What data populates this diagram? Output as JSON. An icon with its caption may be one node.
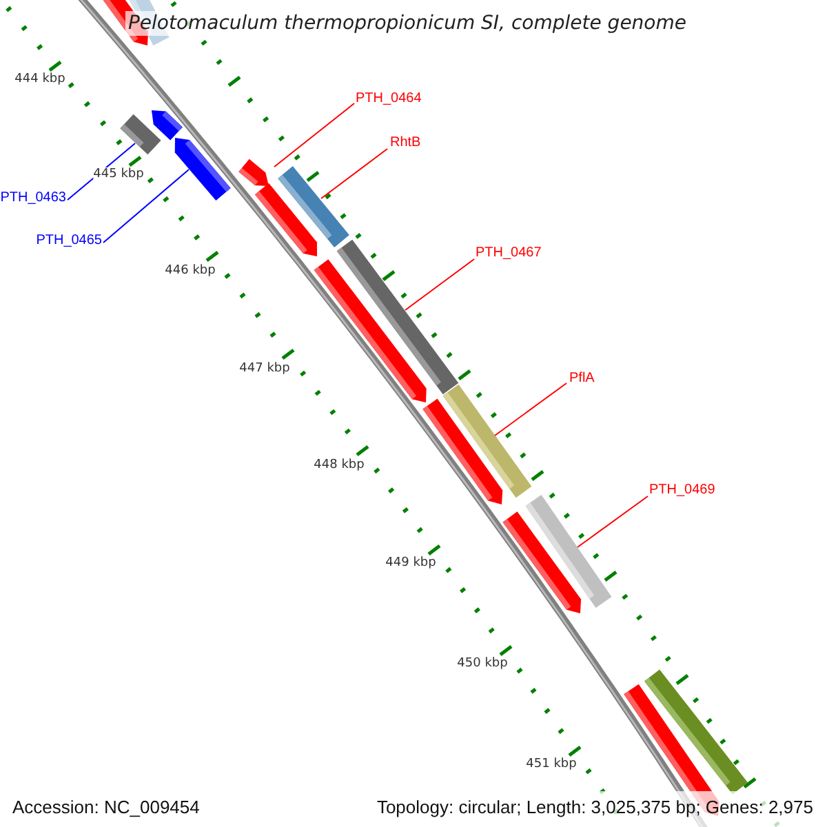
{
  "diagram": {
    "title": "Pelotomaculum thermopropionicum SI, complete genome",
    "nodes": [
      {
        "text": [],
        "shape": "arrow"
      },
      {
        "text": [],
        "shape": "bar"
      },
      {
        "text": [
          "PTH_0464"
        ]
      },
      {
        "text": [],
        "shape": "bar"
      },
      {
        "text": [],
        "shape": "arrow"
      },
      {
        "text": [
          "RhtB"
        ]
      },
      {
        "text": [],
        "shape": "arrow"
      },
      {
        "text": [],
        "shape": "arrow"
      },
      {
        "text": [],
        "shape": "bar"
      },
      {
        "text": [
          "PTH_0463"
        ]
      },
      {
        "text": [],
        "shape": "arrow"
      },
      {
        "text": [
          "PTH_0465"
        ]
      },
      {
        "text": [
          "PTH_0467"
        ]
      },
      {
        "text": [],
        "shape": "bar"
      },
      {
        "text": [],
        "shape": "arrow"
      },
      {
        "text": [
          "PflA"
        ]
      },
      {
        "text": [],
        "shape": "bar"
      },
      {
        "text": [],
        "shape": "arrow"
      },
      {
        "text": [
          "PTH_0469"
        ]
      },
      {
        "text": [],
        "shape": "bar"
      },
      {
        "text": [],
        "shape": "arrow"
      },
      {
        "text": [],
        "shape": "bar"
      },
      {
        "text": [],
        "shape": "arrow"
      }
    ],
    "edges": [
      {
        "from": 2,
        "to": 7,
        "arrow": "none"
      },
      {
        "from": 5,
        "to": 8,
        "arrow": "none"
      },
      {
        "from": 9,
        "to": 3,
        "arrow": "none",
        "color": "#0000ff"
      },
      {
        "from": 11,
        "to": 6,
        "arrow": "none",
        "color": "#0000ff"
      },
      {
        "from": 12,
        "to": 13,
        "arrow": "none"
      },
      {
        "from": 15,
        "to": 16,
        "arrow": "none"
      },
      {
        "from": 18,
        "to": 19,
        "arrow": "none"
      }
    ],
    "labels": [
      "444 kbp",
      "445 kbp",
      "446 kbp",
      "447 kbp",
      "448 kbp",
      "449 kbp",
      "450 kbp",
      "451 kbp",
      "Accession: NC_009454",
      "Topology: circular; Length: 3,025,375 bp; Genes: 2,975"
    ]
  }
}
